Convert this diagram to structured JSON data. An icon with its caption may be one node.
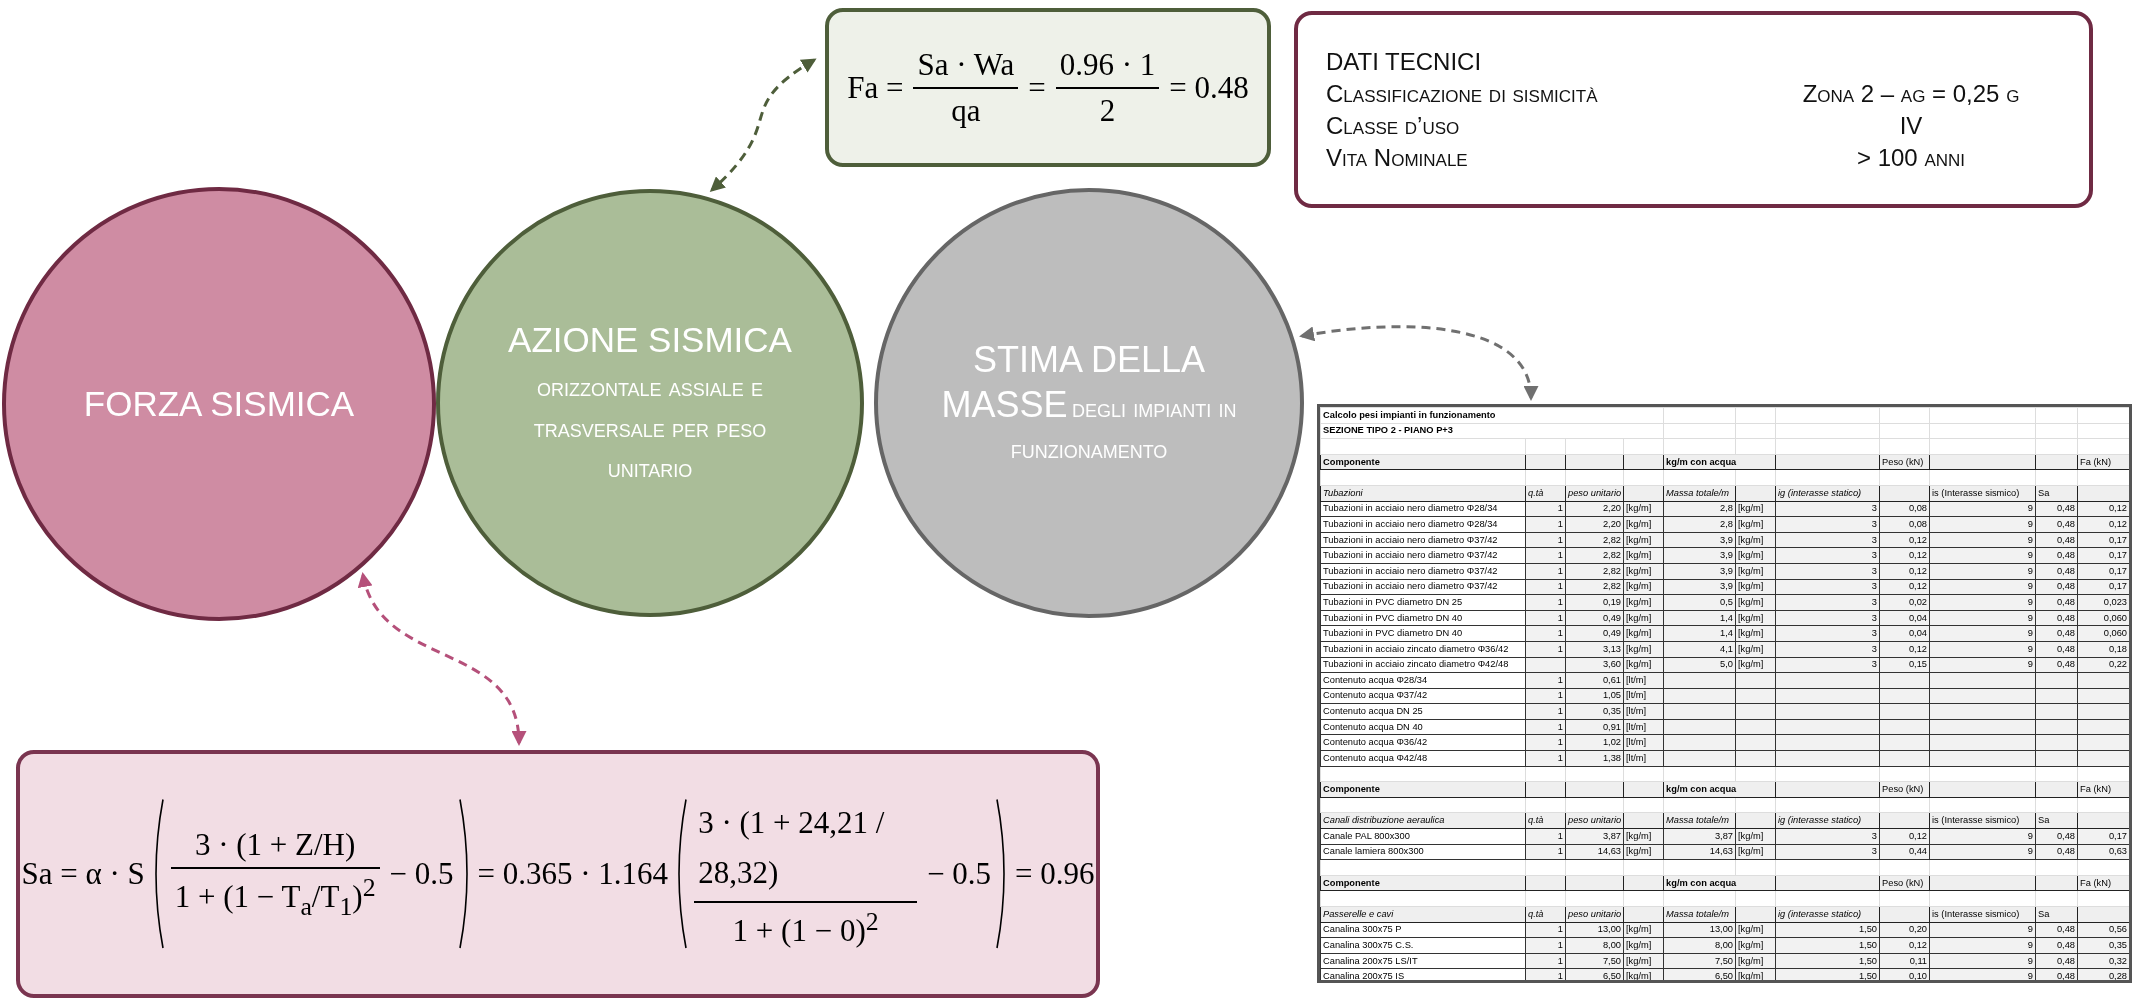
{
  "diagram": {
    "nodes": [
      {
        "text": [
          "FORZA SISMICA"
        ]
      },
      {
        "text": [
          "AZIONE SISMICA",
          "orizzontale assiale e trasversale per peso unitario"
        ]
      },
      {
        "text": [
          "STIMA DELLA MASSE",
          "degli impianti in funzionamento"
        ]
      },
      {
        "text": [
          "Fa =",
          "Sa · Wa",
          "qa",
          "=",
          "0.96 · 1",
          "2",
          "= 0.48"
        ]
      },
      {
        "text": [
          "DATI TECNICI",
          "Classificazione di sismicità",
          "Zona 2 – ag = 0,25 g",
          "Classe d’uso",
          "IV",
          "Vita Nominale",
          "> 100 anni"
        ]
      },
      {
        "text": [
          "Sa = α · S",
          "3 · (1 + Z/H)",
          "1 + (1 − T$_{a}$/T$_{1}$)$^{2}$",
          "− 0.5",
          "= 0.365 · 1.164",
          "3 · (1 + 24,21 / 28,32)",
          "1 + (1 − 0)$^{2}$",
          "− 0.5",
          "= 0.96"
        ]
      },
      {
        "text": [
          "Calcolo pesi impianti in funzionamento",
          "SEZIONE TIPO 2 - PIANO P+3"
        ]
      }
    ],
    "edges": [
      {
        "from": 3,
        "to": 1,
        "arrow": "both",
        "style": "dashed",
        "color": "#4e5e3a"
      },
      {
        "from": 2,
        "to": 6,
        "arrow": "both",
        "style": "dashed",
        "color": "#707070"
      },
      {
        "from": 0,
        "to": 5,
        "arrow": "both",
        "style": "dashed",
        "color": "#b5507a"
      }
    ],
    "labels": [
      "Componente",
      "kg/m con acqua",
      "Peso (kN)",
      "Fa (kN)",
      "Tubazioni",
      "q.tà",
      "peso unitario",
      "Massa totale/m",
      "ig (interasse statico)",
      "is (Interasse sismico)",
      "Sa",
      "Tubazioni in acciaio nero diametro Φ28/34",
      "1",
      "2,20",
      "[kg/m]",
      "2,8",
      "[kg/m]",
      "3",
      "0,08",
      "9",
      "0,48",
      "0,12",
      "Tubazioni in acciaio nero diametro Φ28/34",
      "1",
      "2,20",
      "[kg/m]",
      "2,8",
      "[kg/m]",
      "3",
      "0,08",
      "9",
      "0,48",
      "0,12",
      "Tubazioni in acciaio nero diametro Φ37/42",
      "1",
      "2,82",
      "[kg/m]",
      "3,9",
      "[kg/m]",
      "3",
      "0,12",
      "9",
      "0,48",
      "0,17",
      "Tubazioni in acciaio nero diametro Φ37/42",
      "1",
      "2,82",
      "[kg/m]",
      "3,9",
      "[kg/m]",
      "3",
      "0,12",
      "9",
      "0,48",
      "0,17",
      "Tubazioni in acciaio nero diametro Φ37/42",
      "1",
      "2,82",
      "[kg/m]",
      "3,9",
      "[kg/m]",
      "3",
      "0,12",
      "9",
      "0,48",
      "0,17",
      "Tubazioni in acciaio nero diametro Φ37/42",
      "1",
      "2,82",
      "[kg/m]",
      "3,9",
      "[kg/m]",
      "3",
      "0,12",
      "9",
      "0,48",
      "0,17",
      "Tubazioni in PVC diametro DN 25",
      "1",
      "0,19",
      "[kg/m]",
      "0,5",
      "[kg/m]",
      "3",
      "0,02",
      "9",
      "0,48",
      "0,023",
      "Tubazioni in PVC diametro DN 40",
      "1",
      "0,49",
      "[kg/m]",
      "1,4",
      "[kg/m]",
      "3",
      "0,04",
      "9",
      "0,48",
      "0,060",
      "Tubazioni in PVC diametro DN 40",
      "1",
      "0,49",
      "[kg/m]",
      "1,4",
      "[kg/m]",
      "3",
      "0,04",
      "9",
      "0,48",
      "0,060",
      "Tubazioni in acciaio zincato diametro Φ36/42",
      "1",
      "3,13",
      "[kg/m]",
      "4,1",
      "[kg/m]",
      "3",
      "0,12",
      "9",
      "0,48",
      "0,18",
      "Tubazioni in acciaio zincato diametro Φ42/48",
      "3,60",
      "[kg/m]",
      "5,0",
      "[kg/m]",
      "3",
      "0,15",
      "9",
      "0,48",
      "0,22",
      "Contenuto acqua Φ28/34",
      "1",
      "0,61",
      "[lt/m]",
      "Contenuto acqua Φ37/42",
      "1",
      "1,05",
      "[lt/m]",
      "Contenuto acqua DN 25",
      "1",
      "0,35",
      "[lt/m]",
      "Contenuto acqua DN 40",
      "1",
      "0,91",
      "[lt/m]",
      "Contenuto acqua Φ36/42",
      "1",
      "1,02",
      "[lt/m]",
      "Contenuto acqua Φ42/48",
      "1",
      "1,38",
      "[lt/m]",
      "Componente",
      "kg/m con acqua",
      "Peso (kN)",
      "Fa (kN)",
      "Canali distribuzione aeraulica",
      "q.tà",
      "peso unitario",
      "Massa totale/m",
      "ig (interasse statico)",
      "is (Interasse sismico)",
      "Sa",
      "Canale PAL 800x300",
      "1",
      "3,87",
      "[kg/m]",
      "3,87",
      "[kg/m]",
      "3",
      "0,12",
      "9",
      "0,48",
      "0,17",
      "Canale lamiera 800x300",
      "1",
      "14,63",
      "[kg/m]",
      "14,63",
      "[kg/m]",
      "3",
      "0,44",
      "9",
      "0,48",
      "0,63",
      "Componente",
      "kg/m con acqua",
      "Peso (kN)",
      "Fa (kN)",
      "Passerelle e cavi",
      "q.tà",
      "peso unitario",
      "Massa totale/m",
      "ig (interasse statico)",
      "is (Interasse sismico)",
      "Sa",
      "Canalina 300x75 P",
      "1",
      "13,00",
      "[kg/m]",
      "13,00",
      "[kg/m]",
      "1,50",
      "0,20",
      "9",
      "0,48",
      "0,56",
      "Canalina 300x75 C.S.",
      "1",
      "8,00",
      "[kg/m]",
      "8,00",
      "[kg/m]",
      "1,50",
      "0,12",
      "9",
      "0,48",
      "0,35",
      "Canalina 200x75 LS/IT",
      "1",
      "7,50",
      "[kg/m]",
      "7,50",
      "[kg/m]",
      "1,50",
      "0,11",
      "9",
      "0,48",
      "0,32",
      "Canalina 200x75 IS",
      "1",
      "6,50",
      "[kg/m]",
      "6,50",
      "[kg/m]",
      "1,50",
      "0,10",
      "9",
      "0,48",
      "0,28"
    ]
  }
}
